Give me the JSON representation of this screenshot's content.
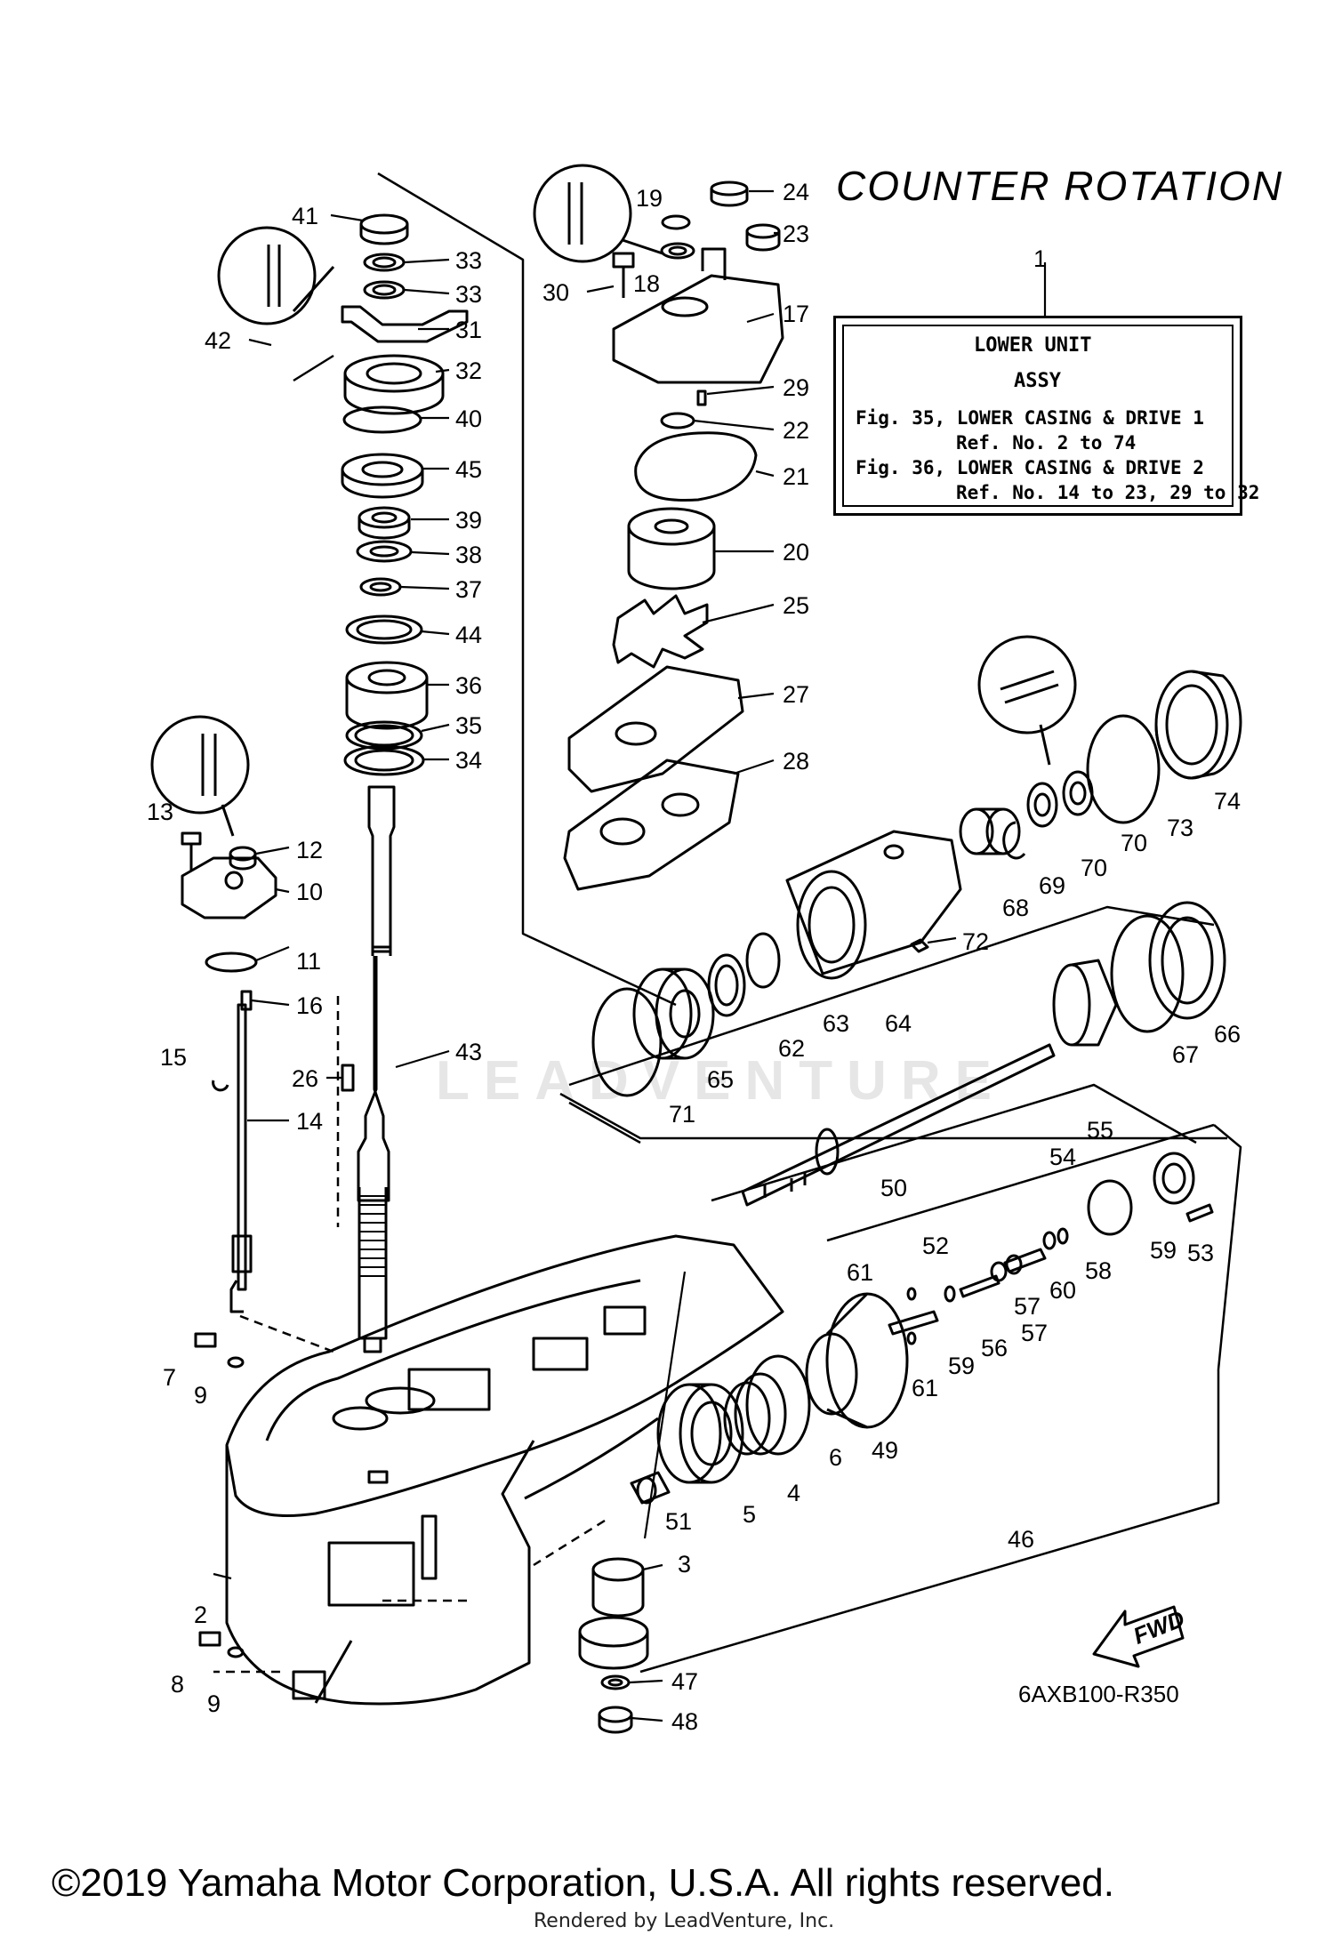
{
  "title": "COUNTER ROTATION",
  "assy_box": {
    "ref": "1",
    "lines": [
      "LOWER UNIT",
      "ASSY",
      "Fig. 35, LOWER CASING & DRIVE 1",
      "Ref. No. 2 to 74",
      "Fig. 36, LOWER CASING & DRIVE 2",
      "Ref. No. 14 to 23, 29 to 32"
    ]
  },
  "diagram_code": "6AXB100-R350",
  "fwd_label": "FWD",
  "watermark": "LEADVENTURE",
  "copyright": "©2019 Yamaha Motor Corporation, U.S.A. All rights reserved.",
  "rendered_by": "Rendered by LeadVenture, Inc.",
  "callouts": [
    "2",
    "3",
    "4",
    "5",
    "6",
    "7",
    "8",
    "9",
    "9",
    "10",
    "11",
    "12",
    "13",
    "14",
    "15",
    "16",
    "17",
    "18",
    "19",
    "20",
    "21",
    "22",
    "23",
    "24",
    "25",
    "26",
    "27",
    "28",
    "29",
    "30",
    "31",
    "32",
    "33",
    "33",
    "34",
    "35",
    "36",
    "37",
    "38",
    "39",
    "40",
    "41",
    "42",
    "43",
    "44",
    "45",
    "46",
    "47",
    "48",
    "49",
    "50",
    "51",
    "52",
    "53",
    "54",
    "55",
    "56",
    "57",
    "57",
    "58",
    "59",
    "59",
    "60",
    "61",
    "61",
    "62",
    "63",
    "64",
    "65",
    "66",
    "67",
    "68",
    "69",
    "70",
    "70",
    "71",
    "72",
    "73",
    "74"
  ]
}
